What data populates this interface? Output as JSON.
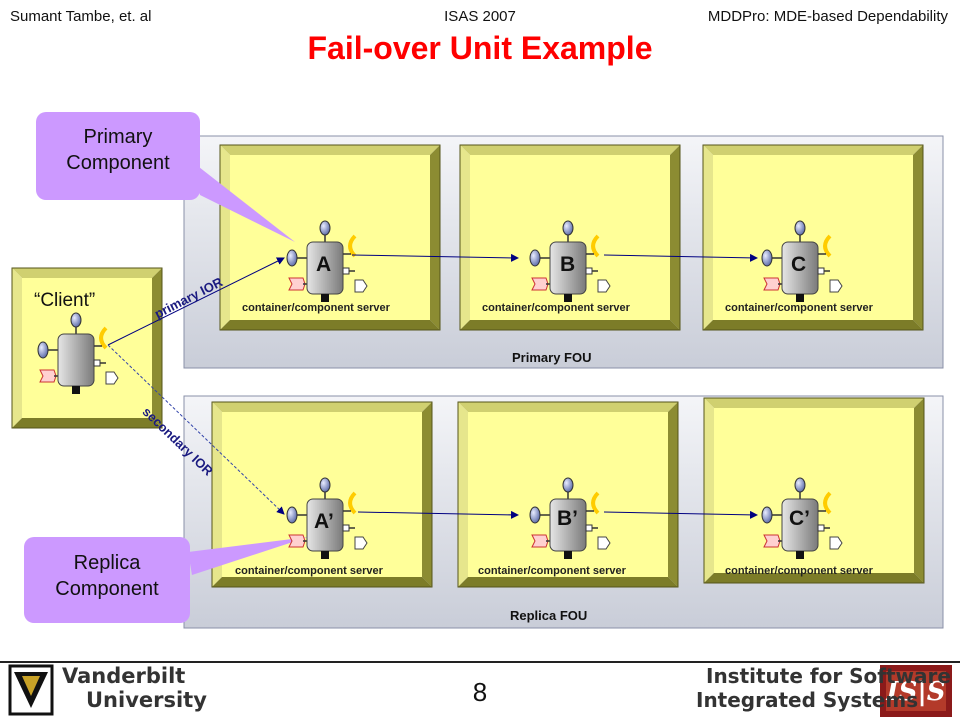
{
  "header": {
    "left": "Sumant Tambe, et. al",
    "center": "ISAS 2007",
    "right": "MDDPro: MDE-based Dependability"
  },
  "title": "Fail-over Unit Example",
  "primary_fou": {
    "label": "Primary FOU",
    "servers": [
      {
        "label": "container/component  server",
        "component": "A"
      },
      {
        "label": "container/component  server",
        "component": "B"
      },
      {
        "label": "container/component  server",
        "component": "C"
      }
    ]
  },
  "replica_fou": {
    "label": "Replica FOU",
    "servers": [
      {
        "label": "container/component  server",
        "component": "A’"
      },
      {
        "label": "container/component  server",
        "component": "B’"
      },
      {
        "label": "container/component  server",
        "component": "C’"
      }
    ]
  },
  "client": {
    "label": "“Client”"
  },
  "connections": {
    "primary_ior": "primary IOR",
    "secondary_ior": "secondary IOR"
  },
  "callouts": {
    "primary": [
      "Primary",
      "Component"
    ],
    "replica": [
      "Replica",
      "Component"
    ]
  },
  "footer": {
    "page_number": "8",
    "left_logo": [
      "Vanderbilt",
      "University"
    ],
    "right_logo": [
      "Institute for Software",
      "Integrated Systems"
    ]
  },
  "colors": {
    "title": "#ff0000",
    "server_fill": "#ffff99",
    "fou_fill": "#dde1ea",
    "callout_fill": "#cc99ff",
    "connection": "#000080"
  }
}
